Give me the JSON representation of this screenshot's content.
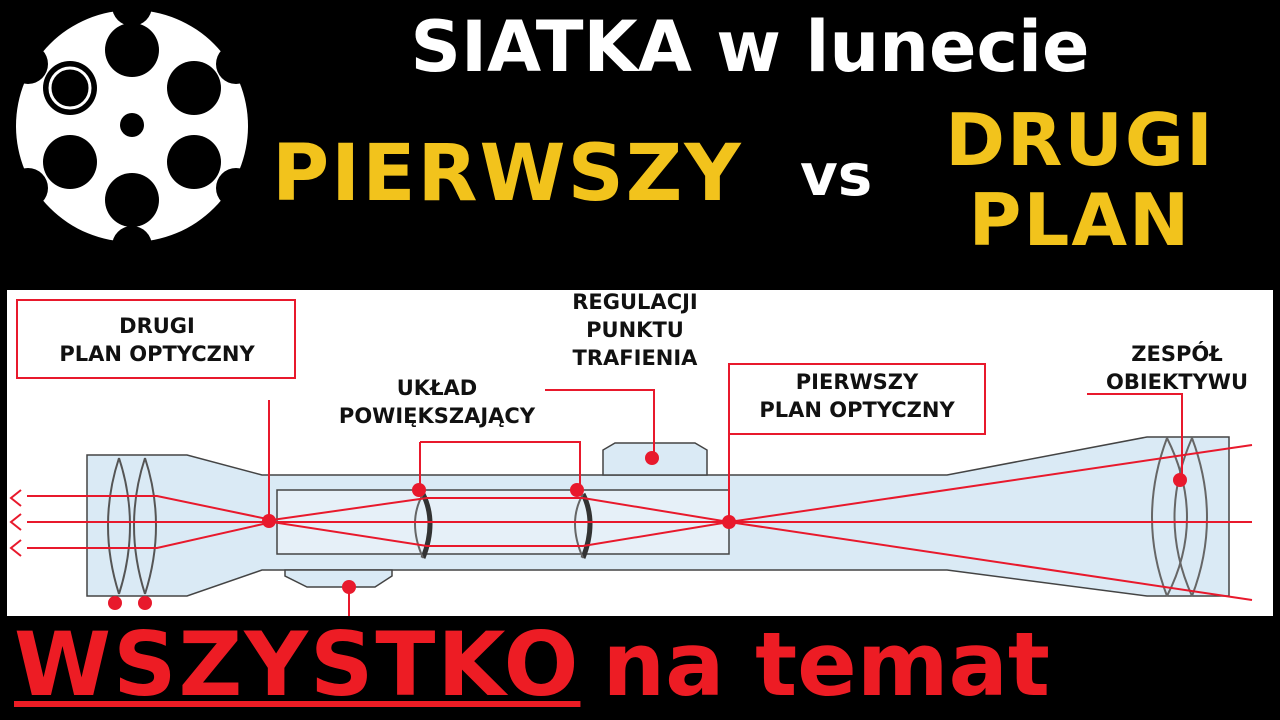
{
  "header": {
    "title": "SIATKA w lunecie",
    "first": "PIERWSZY",
    "vs": "vs",
    "second": "DRUGI\nPLAN"
  },
  "diagram": {
    "labels": {
      "second_plane": "DRUGI\nPLAN OPTYCZNY",
      "magnifier": "UKŁAD\nPOWIĘKSZAJĄCY",
      "adjustment": "REGULACJI\nPUNKTU\nTRAFIENIA",
      "first_plane": "PIERWSZY\nPLAN OPTYCZNY",
      "objective": "ZESPÓŁ\nOBIEKTYWU"
    },
    "colors": {
      "scope_fill": "#daeaf5",
      "scope_outline": "#444444",
      "ray": "#e8192c"
    }
  },
  "footer": {
    "highlight": "WSZYSTKO",
    "rest": "na temat"
  },
  "colors": {
    "background": "#000000",
    "yellow": "#f2c31c",
    "red": "#ed1c24",
    "white": "#ffffff"
  }
}
